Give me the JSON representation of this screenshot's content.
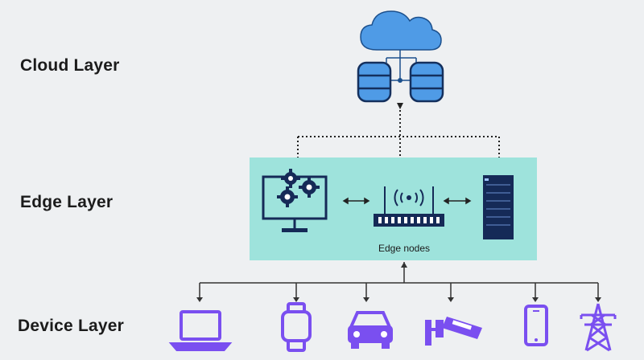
{
  "layers": {
    "cloud": "Cloud Layer",
    "edge": "Edge Layer",
    "device": "Device Layer"
  },
  "edge_caption": "Edge nodes",
  "icons": {
    "cloud": "cloud-icon",
    "databases": [
      "database-icon",
      "database-icon"
    ],
    "edge": [
      "computer-gears-icon",
      "router-icon",
      "server-rack-icon"
    ],
    "devices": [
      "laptop-icon",
      "smartwatch-icon",
      "car-icon",
      "security-camera-icon",
      "smartphone-icon",
      "power-tower-icon"
    ]
  },
  "colors": {
    "background": "#eef0f2",
    "edge_panel": "#9ee3dc",
    "cloud_blue": "#4f9be6",
    "navy": "#152a57",
    "device_purple": "#7a4ff0",
    "connector": "#333333"
  }
}
